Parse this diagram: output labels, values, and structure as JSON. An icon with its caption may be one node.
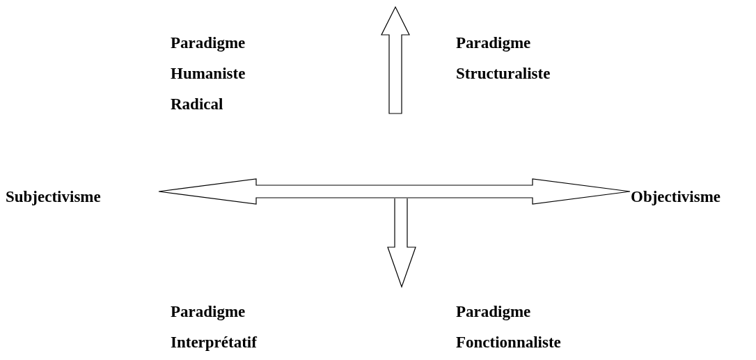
{
  "diagram": {
    "nodes": [
      {
        "text": [
          "**Subjectivism**e"
        ]
      },
      {
        "text": [
          "Objectivisme"
        ]
      }
    ],
    "edges": [
      {
        "from": 0,
        "to": 1,
        "arrow": "both"
      }
    ],
    "labels": [
      "Paradigme Humaniste Radical",
      "Paradigme Structuraliste",
      "Paradigme Interprétatif",
      "Paradigme Fonctionnaliste"
    ]
  }
}
